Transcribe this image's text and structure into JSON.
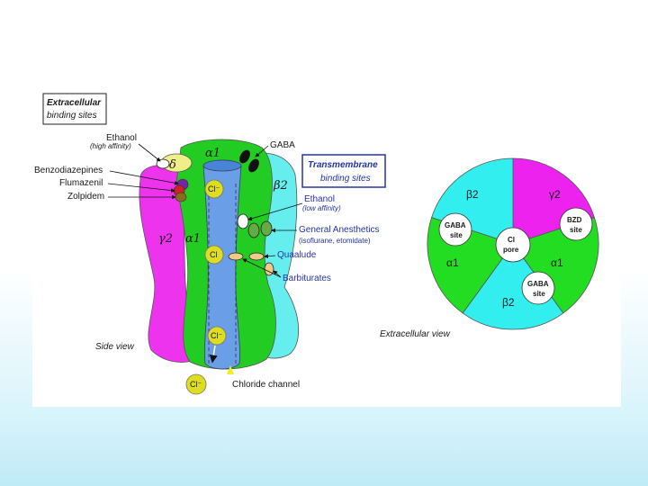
{
  "side_diagram": {
    "extracellular_box": [
      "Extracellular",
      "binding sites"
    ],
    "transmembrane_box": [
      "Transmembrane",
      "binding sites"
    ],
    "subunits": {
      "alpha1_top": "α1",
      "beta2": "β2",
      "gamma2": "γ2",
      "alpha1_mid": "α1",
      "delta": "δ"
    },
    "ions": {
      "cl_top": "Cl⁻",
      "cl_mid": "Cl",
      "cl_low": "Cl⁻",
      "cl_bottom": "Cl⁻"
    },
    "labels": {
      "ethanol_high": "Ethanol",
      "ethanol_high_note": "(high affinity)",
      "benzodiazepines": "Benzodiazepines",
      "flumazenil": "Flumazenil",
      "zolpidem": "Zolpidem",
      "gaba": "GABA",
      "ethanol_low": "Ethanol",
      "ethanol_low_note": "(low affinity)",
      "general_anesthetics": "General Anesthetics",
      "general_anesthetics_note": "(isoflurane, etomidate)",
      "quaalude": "Quaalude",
      "barbiturates": "Barbiturates",
      "side_view": "Side view",
      "chloride_channel": "Chloride channel"
    }
  },
  "wheel_diagram": {
    "segments": [
      {
        "label": "γ2",
        "color": "#ee22ee"
      },
      {
        "label": "α1",
        "color": "#22dd22"
      },
      {
        "label": "β2",
        "color": "#33eeee"
      },
      {
        "label": "α1",
        "color": "#22dd22"
      },
      {
        "label": "β2",
        "color": "#33eeee"
      }
    ],
    "center": [
      "Cl",
      "pore"
    ],
    "sites": {
      "gaba_left": [
        "GABA",
        "site"
      ],
      "bzd": [
        "BZD",
        "site"
      ],
      "gaba_bottom": [
        "GABA",
        "site"
      ]
    },
    "caption": "Extracellular view"
  }
}
